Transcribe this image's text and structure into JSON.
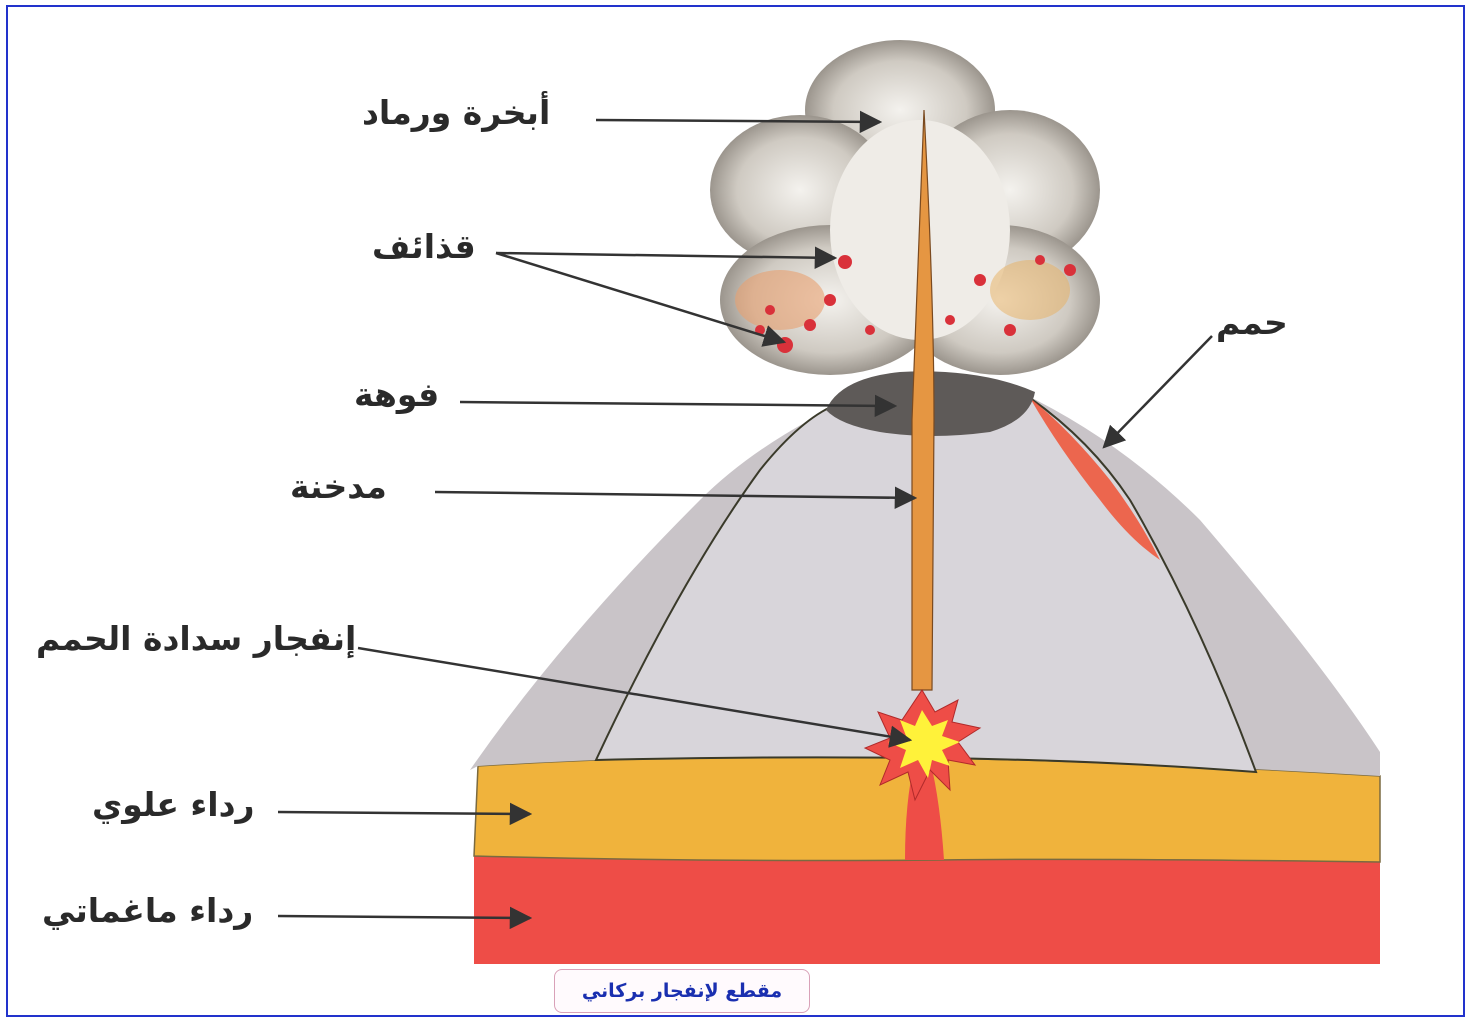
{
  "labels": {
    "vapor_ash": "أبخرة ورماد",
    "projectiles": "قذائف",
    "lava": "حمم",
    "crater": "فوهة",
    "chimney": "مدخنة",
    "lava_plug_explosion": "إنفجار سدادة الحمم",
    "upper_mantle": "رداء علوي",
    "magmatic_mantle": "رداء ماغماتي"
  },
  "caption": "مقطع لإنفجار بركاني",
  "colors": {
    "frame": "#2233cc",
    "upper_mantle": "#f0b33c",
    "magmatic_mantle": "#ee4d47",
    "cone": "#d6d2d6",
    "chimney": "#e59642",
    "lava": "#ee5a3e",
    "explosion_core": "#fff23a",
    "caption_text": "#1a2fb0"
  }
}
